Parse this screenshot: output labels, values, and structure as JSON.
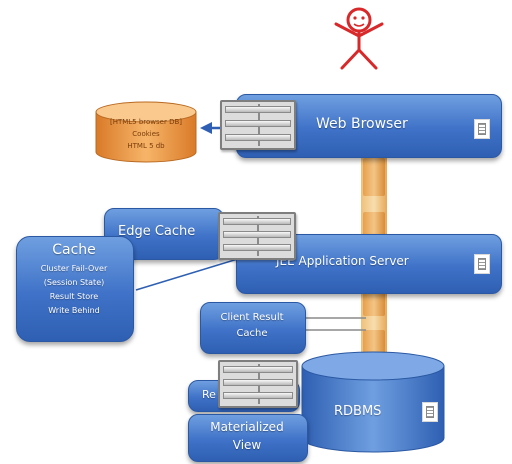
{
  "web_browser": {
    "label": "Web Browser"
  },
  "cookies": {
    "line1": "[HTML5 browser DB]",
    "line2": "Cookies",
    "line3": "HTML 5 db"
  },
  "edge_cache": {
    "label": "Edge Cache"
  },
  "jee_server": {
    "label": "JEE Application Server"
  },
  "cache_box": {
    "title": "Cache",
    "lines": [
      "Cluster Fail-Over",
      "(Session State)",
      "Result Store",
      "Write Behind"
    ]
  },
  "client_result_cache": {
    "line1": "Client Result",
    "line2": "Cache"
  },
  "rdbms": {
    "label": "RDBMS"
  },
  "result_cache": {
    "label": "Re"
  },
  "materialized_view": {
    "line1": "Materialized",
    "line2": "View"
  },
  "colors": {
    "box_blue": "#3f72c8",
    "cookie_orange": "#f0a04b",
    "pipe_orange": "#f3c586",
    "stick_red": "#d8282a"
  },
  "icons": [
    "stick-figure-icon",
    "server-rack-icon",
    "application-icon"
  ]
}
